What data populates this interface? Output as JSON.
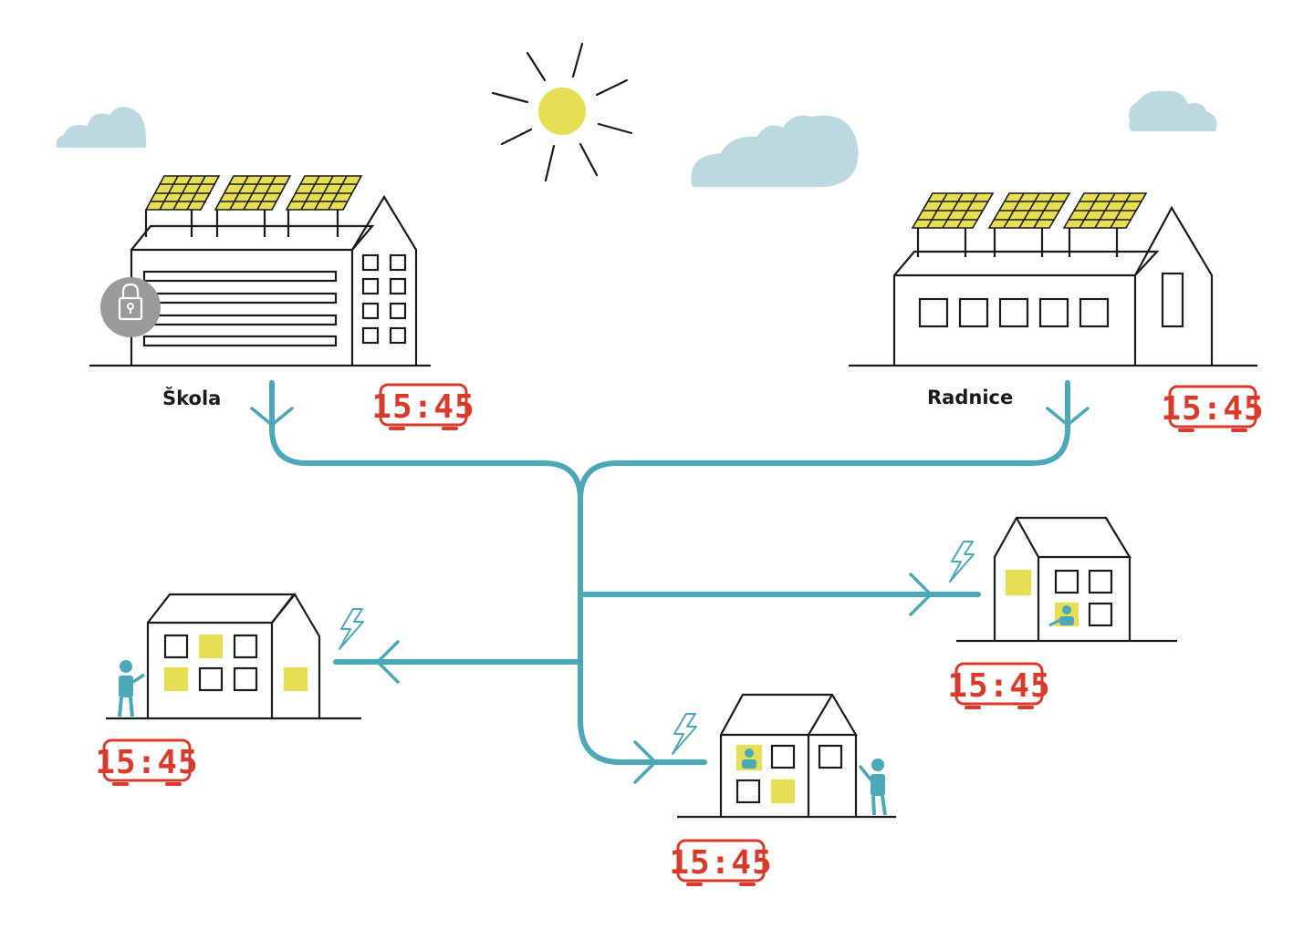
{
  "labels": {
    "school": "Škola",
    "townhall": "Radnice"
  },
  "clocks": {
    "school": "15:45",
    "townhall": "15:45",
    "house_left": "15:45",
    "house_right": "15:45",
    "house_bottom": "15:45"
  },
  "colors": {
    "grid": "#4aa8b8",
    "sun": "#e6df56",
    "cloud": "#bcd9df",
    "clock": "#d83a2c",
    "window_lit": "#e6df56",
    "person": "#4aa8b8",
    "lock_badge": "#9a9a9a"
  },
  "icons": [
    "sun-icon",
    "cloud-icon",
    "solar-panel-icon",
    "lock-icon",
    "lightning-icon",
    "alarm-clock-icon",
    "person-icon"
  ]
}
